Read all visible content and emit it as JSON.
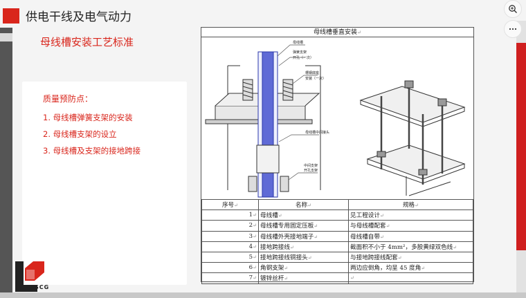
{
  "header": {
    "title": "供电干线及电气动力"
  },
  "subtitle": "母线槽安装工艺标准",
  "notes": {
    "heading": "质量预防点：",
    "items": [
      "1. 母线槽弹簧支架的安装",
      "2. 母线槽支架的设立",
      "3. 母线槽及支架的接地跨接"
    ]
  },
  "document": {
    "title": "母线槽垂直安装",
    "annotations": [
      "母线槽",
      "弹簧支架",
      "开孔（一次）",
      "槽钢底座",
      "安装（一次）",
      "中间支架",
      "开孔支架",
      "母线槽中间接头"
    ],
    "table": {
      "headers": [
        "序号",
        "名称",
        "规格"
      ],
      "rows": [
        [
          "1",
          "母线槽",
          "见工程设计"
        ],
        [
          "2",
          "母线槽专用固定压板",
          "与母线槽配套"
        ],
        [
          "3",
          "母线槽外壳接地端子",
          "母线槽自带"
        ],
        [
          "4",
          "接地跨接线",
          "截面积不小于 4mm²，多股黄绿双色线"
        ],
        [
          "5",
          "接地跨接线铜接头",
          "与接地跨接线配套"
        ],
        [
          "6",
          "角钢支架",
          "两边应倒角，均呈 45 度角"
        ],
        [
          "7",
          "镀锌丝杆",
          ""
        ]
      ]
    }
  },
  "logo": {
    "text": "SCG"
  },
  "toolbar": {
    "zoom_icon": "zoom-in-icon",
    "more_icon": "more-icon"
  },
  "colors": {
    "accent": "#d9261c",
    "dark_bar": "#555555"
  }
}
